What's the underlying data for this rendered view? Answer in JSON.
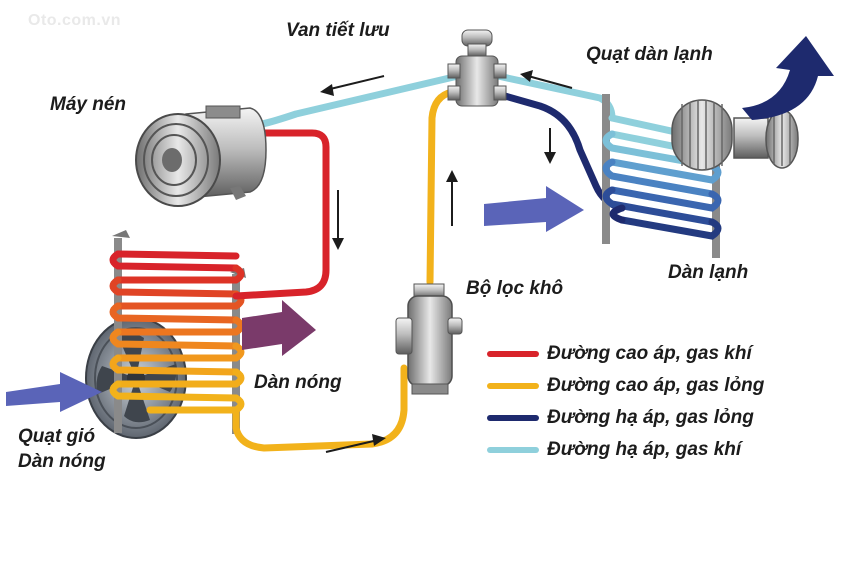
{
  "watermark": "Oto.com.vn",
  "colors": {
    "high_gas": "#d8232a",
    "high_liquid": "#f2b21b",
    "low_liquid": "#1e2a6e",
    "low_gas": "#8fd0dc",
    "air_flow": "#5a64b8",
    "hot_air": "#7a3a6a",
    "arrow_dark": "#1c1c1c"
  },
  "labels": {
    "expansion_valve": "Van tiết lưu",
    "compressor": "Máy nén",
    "evaporator_fan": "Quạt dàn lạnh",
    "evaporator": "Dàn lạnh",
    "receiver_drier": "Bộ lọc khô",
    "condenser": "Dàn nóng",
    "condenser_fan_line1": "Quạt gió",
    "condenser_fan_line2": "Dàn nóng"
  },
  "legend": [
    {
      "label": "Đường cao áp, gas khí",
      "color": "#d8232a"
    },
    {
      "label": "Đường cao áp, gas lỏng",
      "color": "#f2b21b"
    },
    {
      "label": "Đường hạ áp, gas lỏng",
      "color": "#1e2a6e"
    },
    {
      "label": "Đường hạ áp, gas khí",
      "color": "#8fd0dc"
    }
  ],
  "icons": [
    "compressor-icon",
    "expansion-valve-icon",
    "receiver-drier-icon",
    "condenser-icon",
    "condenser-fan-icon",
    "evaporator-icon",
    "blower-fan-icon"
  ]
}
